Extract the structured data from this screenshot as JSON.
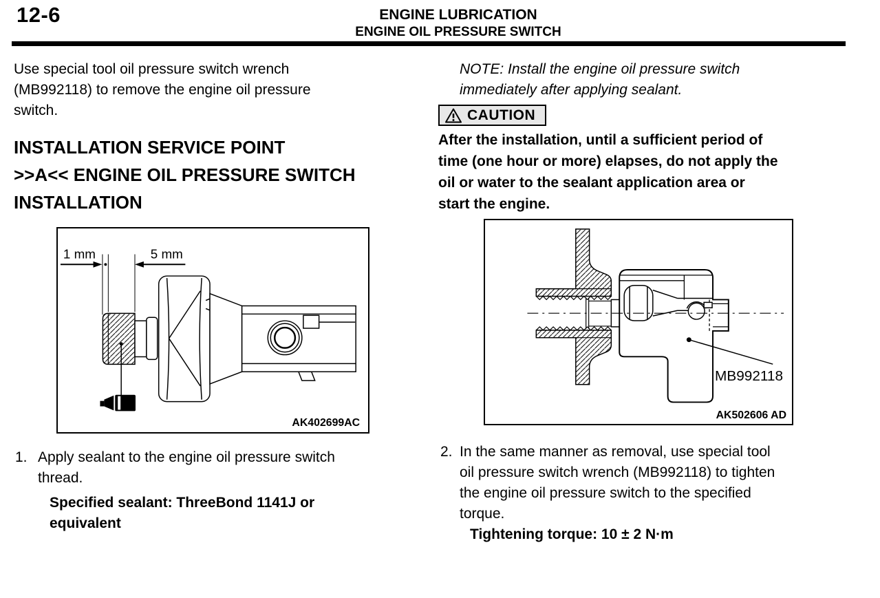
{
  "page": {
    "number": "12-6",
    "title": "ENGINE LUBRICATION",
    "subtitle": "ENGINE OIL PRESSURE SWITCH"
  },
  "colors": {
    "text": "#000000",
    "background": "#ffffff",
    "caution_box_bg": "#e8e8e8"
  },
  "left_column": {
    "intro": "Use special tool oil pressure switch wrench\n(MB992118) to remove the engine oil pressure\nswitch.",
    "heading_1": "INSTALLATION SERVICE POINT",
    "heading_2": ">>A<< ENGINE OIL PRESSURE SWITCH\nINSTALLATION",
    "figure": {
      "dim_label_1": "1 mm",
      "dim_label_2": "5 mm",
      "code": "AK402699AC"
    },
    "step_1": {
      "number": "1.",
      "text": "Apply sealant to the engine oil pressure switch\nthread."
    },
    "sealant_spec": "Specified sealant: ThreeBond 1141J or\nequivalent"
  },
  "right_column": {
    "note": "NOTE: Install the engine oil pressure switch\nimmediately after applying sealant.",
    "caution_label": "CAUTION",
    "caution_text": "After the installation, until a sufficient period of\ntime (one hour or more) elapses, do not apply the\noil or water to the sealant application area or\nstart the engine.",
    "figure": {
      "tool_label": "MB992118",
      "code": "AK502606 AD"
    },
    "step_2": {
      "number": "2.",
      "text": "In the same manner as removal, use special tool\noil pressure switch wrench (MB992118) to tighten\nthe engine oil pressure switch to the specified\ntorque."
    },
    "torque_spec": "Tightening torque: 10 ± 2 N·m"
  }
}
